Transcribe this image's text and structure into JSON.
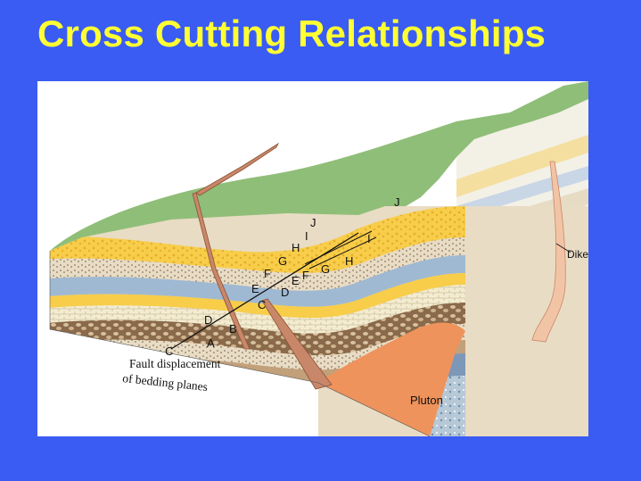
{
  "slide": {
    "title": "Cross Cutting Relationships"
  },
  "diagram": {
    "layer_labels_left": [
      "A",
      "B",
      "C",
      "C",
      "D",
      "D",
      "E",
      "E",
      "F",
      "F",
      "G",
      "G",
      "H",
      "H",
      "I",
      "I",
      "J",
      "J"
    ],
    "labels": {
      "A": "A",
      "B": "B",
      "C": "C",
      "D": "D",
      "E": "E",
      "F": "F",
      "G": "G",
      "H": "H",
      "I": "I",
      "J": "J"
    },
    "caption_line1": "Fault displacement",
    "caption_line2": "of bedding planes",
    "pluton_label": "Pluton",
    "dike_label": "Dike",
    "colors": {
      "background": "#3a5cf3",
      "title": "#ffff33",
      "surface_green": "#8fbe78",
      "sandstone_yellow": "#f7cd4a",
      "shale_blue": "#9fb9d3",
      "pebble_brown": "#8a6a4a",
      "limestone_cream": "#f4ecd0",
      "pluton_orange": "#ef935c",
      "dike_pink": "#f2c4a6"
    }
  }
}
